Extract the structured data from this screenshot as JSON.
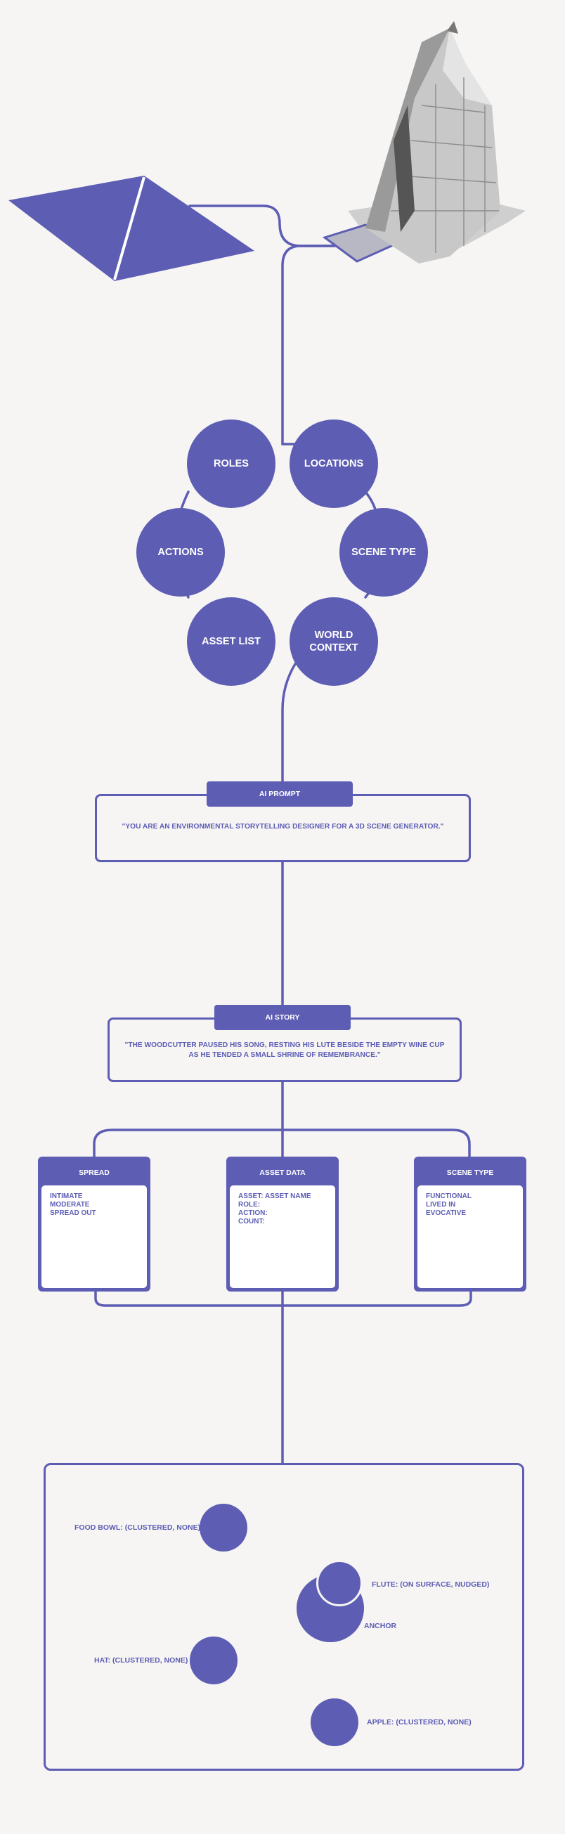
{
  "colors": {
    "accent": "#5d5db4",
    "background": "#f6f5f4",
    "model": "#b9b9b9"
  },
  "context_nodes": {
    "roles": "ROLES",
    "locations": "LOCATIONS",
    "actions": "ACTIONS",
    "scene_type": "SCENE TYPE",
    "asset_list": "ASSET LIST",
    "world_context_line1": "WORLD",
    "world_context_line2": "CONTEXT"
  },
  "ai_prompt": {
    "label": "AI PROMPT",
    "text": "\"YOU ARE AN ENVIRONMENTAL STORYTELLING DESIGNER FOR A 3D SCENE GENERATOR.\""
  },
  "ai_story": {
    "label": "AI STORY",
    "line1": "\"THE WOODCUTTER PAUSED HIS SONG, RESTING HIS LUTE BESIDE THE EMPTY WINE CUP",
    "line2": "AS HE TENDED A SMALL SHRINE OF REMEMBRANCE.\""
  },
  "cards": [
    {
      "title": "SPREAD",
      "lines": [
        "INTIMATE",
        "MODERATE",
        "SPREAD OUT"
      ]
    },
    {
      "title": "ASSET DATA",
      "lines": [
        "ASSET: ASSET NAME",
        "ROLE:",
        "ACTION:",
        "COUNT:"
      ]
    },
    {
      "title": "SCENE TYPE",
      "lines": [
        "FUNCTIONAL",
        "LIVED IN",
        "EVOCATIVE"
      ]
    }
  ],
  "scene_assets": {
    "food_bowl": "FOOD BOWL: (CLUSTERED, NONE)",
    "flute": "FLUTE: (ON SURFACE, NUDGED)",
    "anchor": "ANCHOR",
    "hat": "HAT: (CLUSTERED, NONE)",
    "apple": "APPLE: (CLUSTERED, NONE)"
  },
  "icons": {
    "roof": "roof-plane-icon",
    "house": "house-model-icon"
  }
}
